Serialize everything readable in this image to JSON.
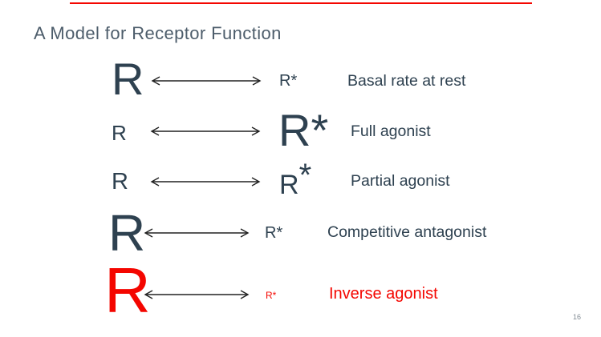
{
  "slide": {
    "title": "A Model for Receptor Function",
    "page_number": "16"
  },
  "colors": {
    "accent_red": "#f40600",
    "text_slate": "#2e4150",
    "title_slate": "#4d5d6b",
    "arrow_dark": "#212121",
    "page_number_gray": "#808a93"
  },
  "rows": [
    {
      "left": "R",
      "right_base": "R",
      "right_star": "*",
      "label": "Basal rate at rest"
    },
    {
      "left": "R",
      "right_base": "R",
      "right_star": "*",
      "label": "Full agonist"
    },
    {
      "left": "R",
      "right_base": "R",
      "right_star": "*",
      "label": "Partial agonist"
    },
    {
      "left": "R",
      "right_base": "R",
      "right_star": "*",
      "label": "Competitive antagonist"
    },
    {
      "left": "R",
      "right_base": "R",
      "right_star": "*",
      "label": "Inverse agonist"
    }
  ],
  "icons": {
    "arrow": "double-headed-equilibrium-arrow"
  }
}
